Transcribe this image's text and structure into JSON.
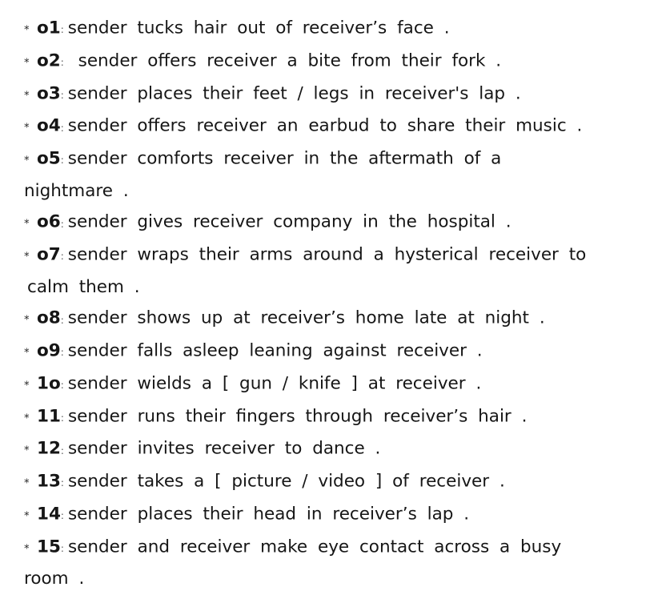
{
  "bullet": "⁎",
  "colon": ":",
  "items": [
    {
      "num": "o1",
      "text": "sender tucks hair out of receiver’s face ."
    },
    {
      "num": "o2",
      "text": " sender offers receiver a bite from their fork ."
    },
    {
      "num": "o3",
      "text": "sender places their feet / legs in receiver's lap ."
    },
    {
      "num": "o4",
      "text": "sender offers receiver an earbud to share their music ."
    },
    {
      "num": "o5",
      "text": "sender comforts receiver in the aftermath of a",
      "cont": "nightmare ."
    },
    {
      "num": "o6",
      "text": "sender gives receiver company in the hospital ."
    },
    {
      "num": "o7",
      "text": "sender wraps their arms around a hysterical receiver to",
      "cont": "calm them ."
    },
    {
      "num": "o8",
      "text": "sender shows up at receiver’s home late at night ."
    },
    {
      "num": "o9",
      "text": "sender falls asleep leaning against receiver ."
    },
    {
      "num": "1o",
      "text": "sender wields a [ gun / knife ] at receiver ."
    },
    {
      "num": "11",
      "text": "sender runs their fingers through receiver’s hair ."
    },
    {
      "num": "12",
      "text": "sender invites receiver to dance ."
    },
    {
      "num": "13",
      "text": "sender takes a [ picture / video ] of receiver ."
    },
    {
      "num": "14",
      "text": "sender places their head in receiver’s lap ."
    },
    {
      "num": "15",
      "text": "sender and receiver make eye contact across a busy",
      "cont": "room ."
    }
  ]
}
